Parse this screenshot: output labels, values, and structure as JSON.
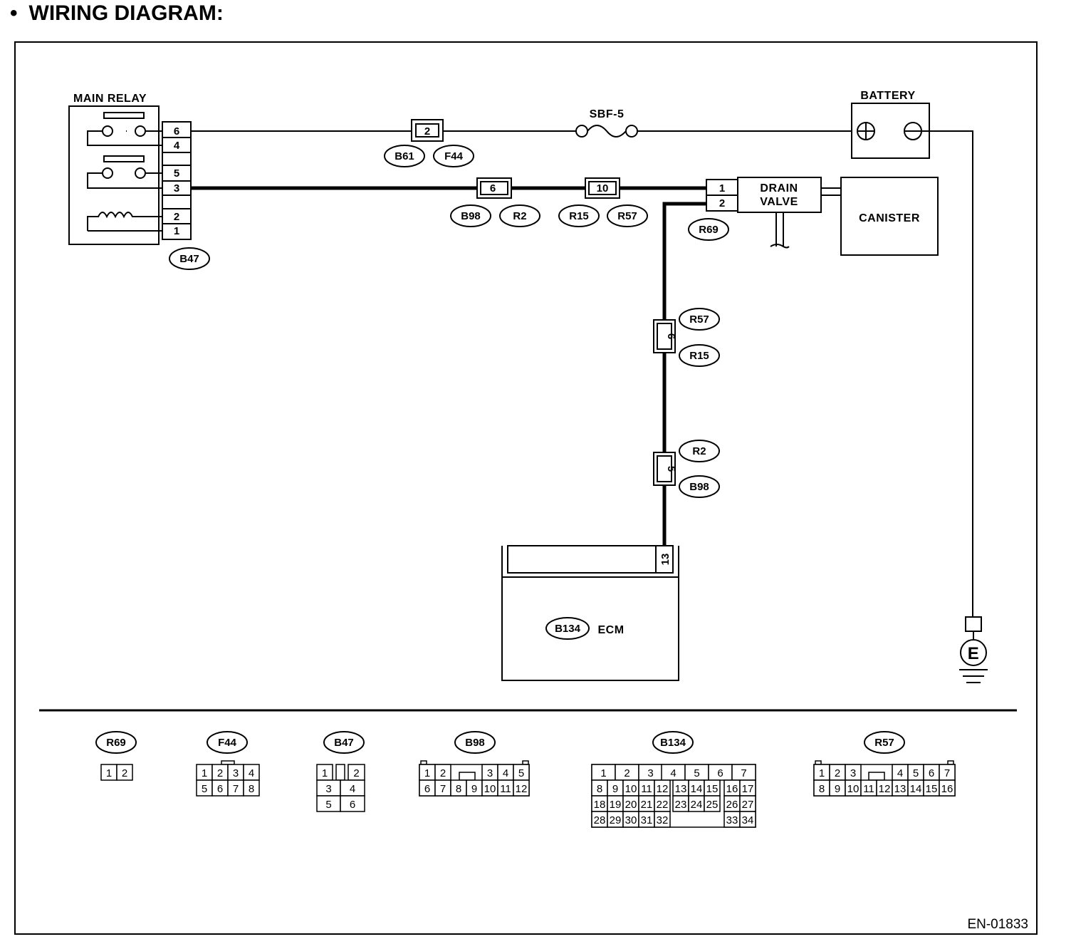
{
  "header": {
    "bullet": "•",
    "title": "WIRING DIAGRAM:"
  },
  "components": {
    "main_relay": "MAIN RELAY",
    "battery": "BATTERY",
    "fuse": "SBF-5",
    "drain_valve_line1": "DRAIN",
    "drain_valve_line2": "VALVE",
    "canister": "CANISTER",
    "ecm": "ECM",
    "ground": "E"
  },
  "relay_pins": [
    "6",
    "4",
    "5",
    "3",
    "2",
    "1"
  ],
  "drain_pins": [
    "1",
    "2"
  ],
  "inline_pins": {
    "b61_f44": "2",
    "b98_r2_h": "6",
    "r15_r57_h": "10",
    "r57_r15_v": "6",
    "r2_b98_v": "5",
    "ecm": "13"
  },
  "connector_tags": {
    "b47": "B47",
    "b61": "B61",
    "f44": "F44",
    "b98_h": "B98",
    "r2_h": "R2",
    "r15_h": "R15",
    "r57_h": "R57",
    "r69": "R69",
    "r57_v": "R57",
    "r15_v": "R15",
    "r2_v": "R2",
    "b98_v": "B98",
    "b134": "B134"
  },
  "legend": {
    "r69": {
      "name": "R69",
      "rows": [
        [
          "1",
          "2"
        ]
      ]
    },
    "f44": {
      "name": "F44",
      "rows": [
        [
          "1",
          "2",
          "3",
          "4"
        ],
        [
          "5",
          "6",
          "7",
          "8"
        ]
      ]
    },
    "b47": {
      "name": "B47",
      "rows": [
        [
          "1",
          "",
          "2"
        ],
        [
          "3",
          "4"
        ],
        [
          "5",
          "6"
        ]
      ]
    },
    "b98": {
      "name": "B98",
      "rows": [
        [
          "1",
          "2",
          "3",
          "4",
          "5"
        ],
        [
          "6",
          "7",
          "8",
          "9",
          "10",
          "11",
          "12"
        ]
      ]
    },
    "b134": {
      "name": "B134",
      "rows": [
        [
          "1",
          "2",
          "3",
          "4",
          "5",
          "6",
          "7"
        ],
        [
          "8",
          "9",
          "10",
          "11",
          "12",
          "13",
          "14",
          "15",
          "16",
          "17"
        ],
        [
          "18",
          "19",
          "20",
          "21",
          "22",
          "23",
          "24",
          "25",
          "26",
          "27"
        ],
        [
          "28",
          "29",
          "30",
          "31",
          "32",
          "33",
          "34"
        ]
      ]
    },
    "r57": {
      "name": "R57",
      "rows": [
        [
          "1",
          "2",
          "3",
          "4",
          "5",
          "6",
          "7"
        ],
        [
          "8",
          "9",
          "10",
          "11",
          "12",
          "13",
          "14",
          "15",
          "16"
        ]
      ]
    }
  },
  "footer": {
    "code": "EN-01833"
  }
}
